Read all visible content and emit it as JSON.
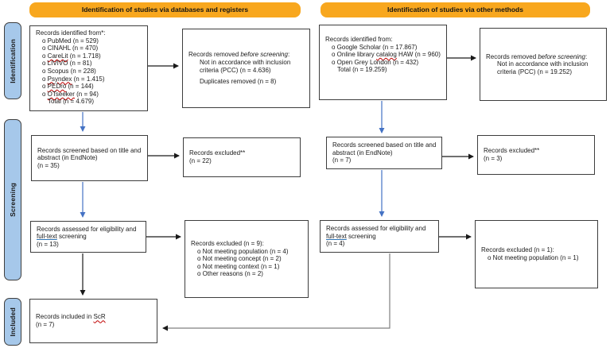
{
  "colors": {
    "header_bg": "#F8A71E",
    "sidebar_bg": "#A6C8EA",
    "sidebar_border": "#3f3f3f",
    "box_border": "#3d3d3d",
    "arrow_blue": "#4472C4",
    "arrow_black": "#1a1a1a",
    "arrow_gray": "#808080",
    "squiggle": "#C00000",
    "link_underline": "#2E74B5"
  },
  "headers": {
    "left": "Identification of studies via databases and registers",
    "right": "Identification of studies via other methods"
  },
  "sidebar": {
    "identification": "Identification",
    "screening": "Screening",
    "included": "Included"
  },
  "boxes": {
    "db_identified": {
      "title": "Records identified from*:",
      "items": [
        {
          "pre": "o PubMed (n = 529)",
          "mark": "",
          "post": ""
        },
        {
          "pre": "o CINAHL (n = 470)",
          "mark": "",
          "post": ""
        },
        {
          "pre": "o ",
          "mark": "CareLit",
          "post": " (n = 1.718)"
        },
        {
          "pre": "o LIVIVO (n = 81)",
          "mark": "",
          "post": ""
        },
        {
          "pre": "o Scopus (n = 228)",
          "mark": "",
          "post": ""
        },
        {
          "pre": "o ",
          "mark": "Psyndex",
          "post": " (n = 1.415)"
        },
        {
          "pre": "o ",
          "mark": "PEDro",
          "post": " (n = 144)"
        },
        {
          "pre": "o ",
          "mark": "OTseeker",
          "post": " (n = 94)"
        }
      ],
      "total": "Total (n = 4.679)"
    },
    "db_removed": {
      "title_pre": "Records removed ",
      "title_em": "before screening",
      "title_post": ":",
      "reason1": "Not in accordance with inclusion criteria (PCC) (n = 4.636)",
      "reason2": "Duplicates removed (n = 8)"
    },
    "db_screened": {
      "text": "Records screened based on title and abstract (in EndNote)",
      "n": "(n = 35)"
    },
    "db_excluded_title": {
      "text": "Records excluded**",
      "n": "(n = 22)"
    },
    "db_assessed": {
      "pre": "Records assessed for eligibility and ",
      "link": "full-text",
      "post": " screening",
      "n": "(n = 13)"
    },
    "db_excluded_ft": {
      "title": "Records excluded (n = 9):",
      "items": [
        {
          "pre": "o Not meeting population (n = 4)"
        },
        {
          "pre": "o Not meeting concept (n = 2)"
        },
        {
          "pre": "o Not meeting context (n = 1)"
        },
        {
          "pre": "o Other reasons (n = 2)"
        }
      ]
    },
    "included": {
      "pre": "Records included in ",
      "mark": "ScR",
      "n": "(n = 7)"
    },
    "other_identified": {
      "title": "Records identified from:",
      "items": [
        {
          "pre": "o Google Scholar (n = 17.867)",
          "mark": "",
          "post": ""
        },
        {
          "pre": "o Online library ",
          "mark": "catalog",
          "post": " HAW (n = 960)"
        },
        {
          "pre": "o Open Grey London (n = 432)",
          "mark": "",
          "post": ""
        }
      ],
      "total": "Total (n = 19.259)"
    },
    "other_removed": {
      "title_pre": "Records removed ",
      "title_em": "before screening",
      "title_post": ":",
      "reason1": "Not in accordance with inclusion criteria (PCC) (n = 19.252)"
    },
    "other_screened": {
      "text": "Records screened based on title and abstract (in EndNote)",
      "n": "(n = 7)"
    },
    "other_excluded_title": {
      "text": "Records excluded**",
      "n": "(n = 3)"
    },
    "other_assessed": {
      "pre": "Records assessed for eligibility and ",
      "link": "full-text",
      "post": " screening",
      "n": "(n = 4)"
    },
    "other_excluded_ft": {
      "title": "Records excluded (n = 1):",
      "items": [
        {
          "pre": "o Not meeting population (n = 1)"
        }
      ]
    }
  }
}
